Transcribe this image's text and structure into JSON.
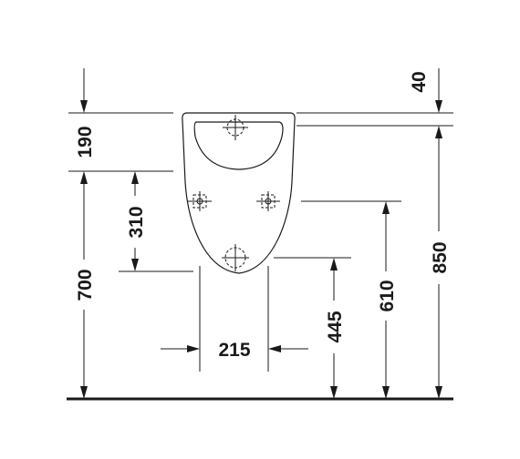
{
  "diagram": {
    "dimensions": [
      {
        "id": "height-190",
        "label": "190"
      },
      {
        "id": "height-700",
        "label": "700"
      },
      {
        "id": "height-310",
        "label": "310"
      },
      {
        "id": "width-215",
        "label": "215"
      },
      {
        "id": "height-445",
        "label": "445"
      },
      {
        "id": "height-610",
        "label": "610"
      },
      {
        "id": "height-850",
        "label": "850"
      },
      {
        "id": "height-40",
        "label": "40"
      }
    ]
  }
}
